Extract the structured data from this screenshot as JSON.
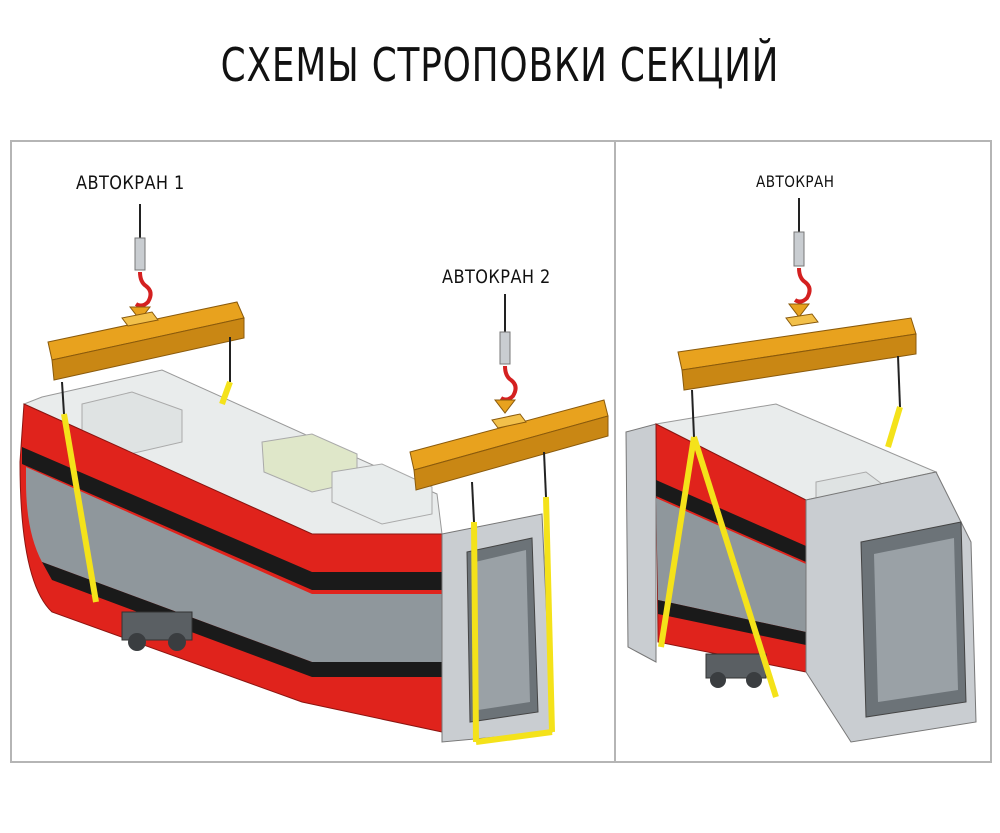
{
  "title": "СХЕМЫ СТРОПОВКИ СЕКЦИЙ",
  "left_panel": {
    "crane1_label": "АВТОКРАН 1",
    "crane2_label": "АВТОКРАН 2"
  },
  "right_panel": {
    "crane_label": "АВТОКРАН"
  },
  "colors": {
    "body_red": "#e0231c",
    "stripe_black": "#1a1a1a",
    "window_grey": "#8f979c",
    "beam_orange": "#e8a21e",
    "sling_yellow": "#f4e21a",
    "panel_border": "#b5b5b5",
    "hook_red": "#d42020"
  }
}
